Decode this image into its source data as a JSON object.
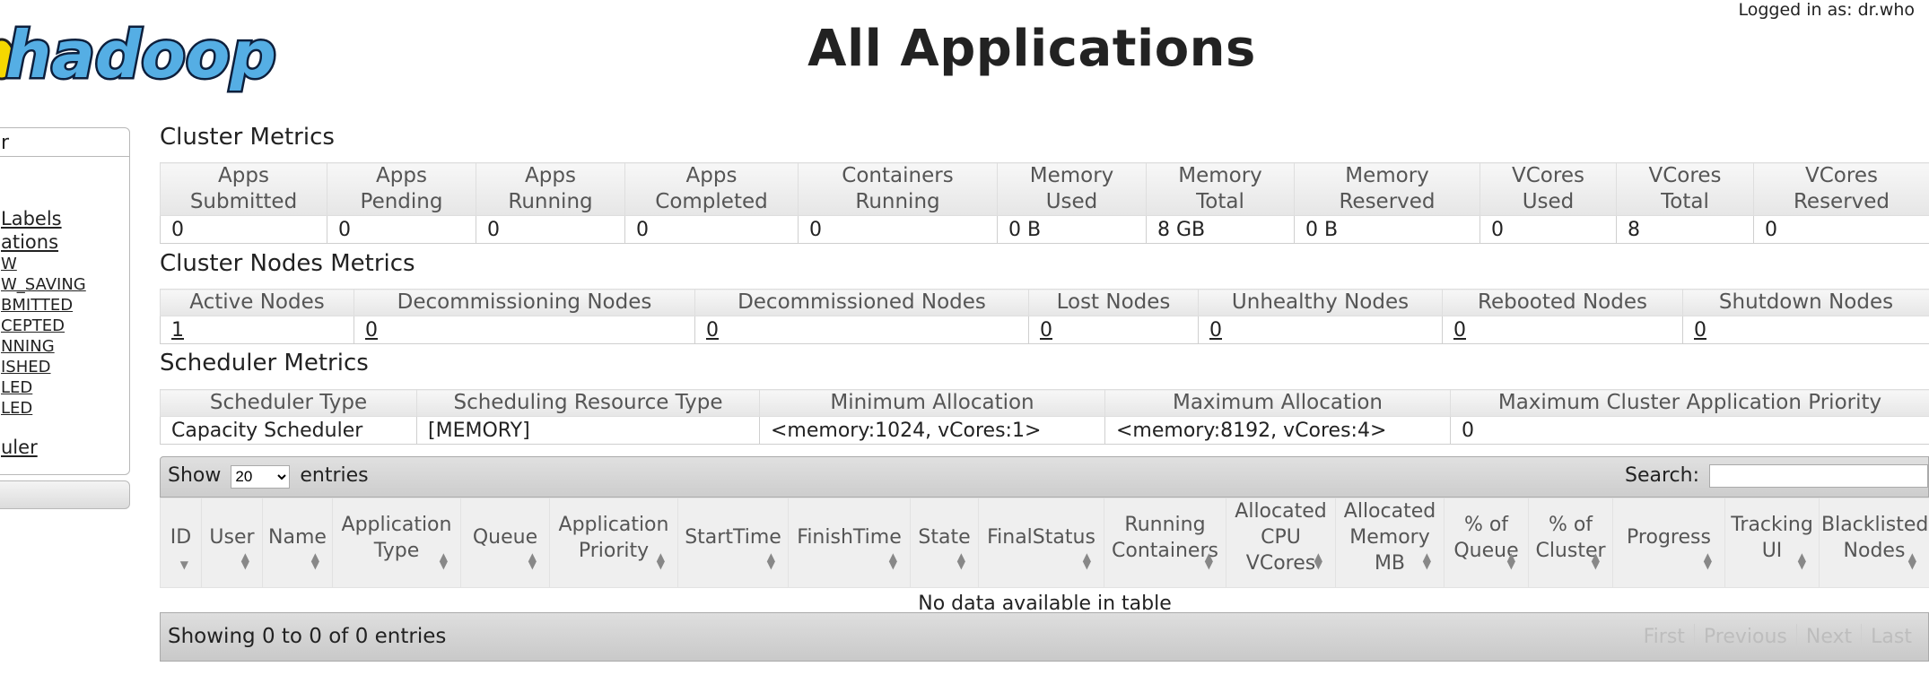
{
  "header": {
    "logo_text": "hadoop",
    "title": "All Applications",
    "login": "Logged in as: dr.who"
  },
  "nav": {
    "head": "r",
    "links_l1": [
      "Labels",
      "ations"
    ],
    "links_l2": [
      "W",
      "W_SAVING",
      "BMITTED",
      "CEPTED",
      "NNING",
      "ISHED",
      "LED",
      "LED"
    ],
    "scheduler": "uler"
  },
  "cluster_metrics": {
    "title": "Cluster Metrics",
    "headers": [
      [
        "Apps",
        "Submitted"
      ],
      [
        "Apps",
        "Pending"
      ],
      [
        "Apps",
        "Running"
      ],
      [
        "Apps",
        "Completed"
      ],
      [
        "Containers",
        "Running"
      ],
      [
        "Memory",
        "Used"
      ],
      [
        "Memory",
        "Total"
      ],
      [
        "Memory",
        "Reserved"
      ],
      [
        "VCores",
        "Used"
      ],
      [
        "VCores",
        "Total"
      ],
      [
        "VCores",
        "Reserved"
      ]
    ],
    "values": [
      "0",
      "0",
      "0",
      "0",
      "0",
      "0 B",
      "8 GB",
      "0 B",
      "0",
      "8",
      "0"
    ]
  },
  "node_metrics": {
    "title": "Cluster Nodes Metrics",
    "headers": [
      "Active Nodes",
      "Decommissioning Nodes",
      "Decommissioned Nodes",
      "Lost Nodes",
      "Unhealthy Nodes",
      "Rebooted Nodes",
      "Shutdown Nodes"
    ],
    "values": [
      "1",
      "0",
      "0",
      "0",
      "0",
      "0",
      "0"
    ]
  },
  "scheduler_metrics": {
    "title": "Scheduler Metrics",
    "headers": [
      "Scheduler Type",
      "Scheduling Resource Type",
      "Minimum Allocation",
      "Maximum Allocation",
      "Maximum Cluster Application Priority"
    ],
    "values": [
      "Capacity Scheduler",
      "[MEMORY]",
      "<memory:1024, vCores:1>",
      "<memory:8192, vCores:4>",
      "0"
    ]
  },
  "apps": {
    "show_label": "Show",
    "entries_label": "entries",
    "page_size": "20",
    "search_label": "Search:",
    "search_value": "",
    "columns": [
      [
        "ID"
      ],
      [
        "User"
      ],
      [
        "Name"
      ],
      [
        "Application",
        "Type"
      ],
      [
        "Queue"
      ],
      [
        "Application",
        "Priority"
      ],
      [
        "StartTime"
      ],
      [
        "FinishTime"
      ],
      [
        "State"
      ],
      [
        "FinalStatus"
      ],
      [
        "Running",
        "Containers"
      ],
      [
        "Allocated",
        "CPU",
        "VCores"
      ],
      [
        "Allocated",
        "Memory",
        "MB"
      ],
      [
        "% of",
        "Queue"
      ],
      [
        "% of",
        "Cluster"
      ],
      [
        "Progress"
      ],
      [
        "Tracking",
        "UI"
      ],
      [
        "Blacklisted",
        "Nodes"
      ]
    ],
    "empty_text": "No data available in table",
    "info": "Showing 0 to 0 of 0 entries",
    "paging": [
      "First",
      "Previous",
      "Next",
      "Last"
    ]
  }
}
